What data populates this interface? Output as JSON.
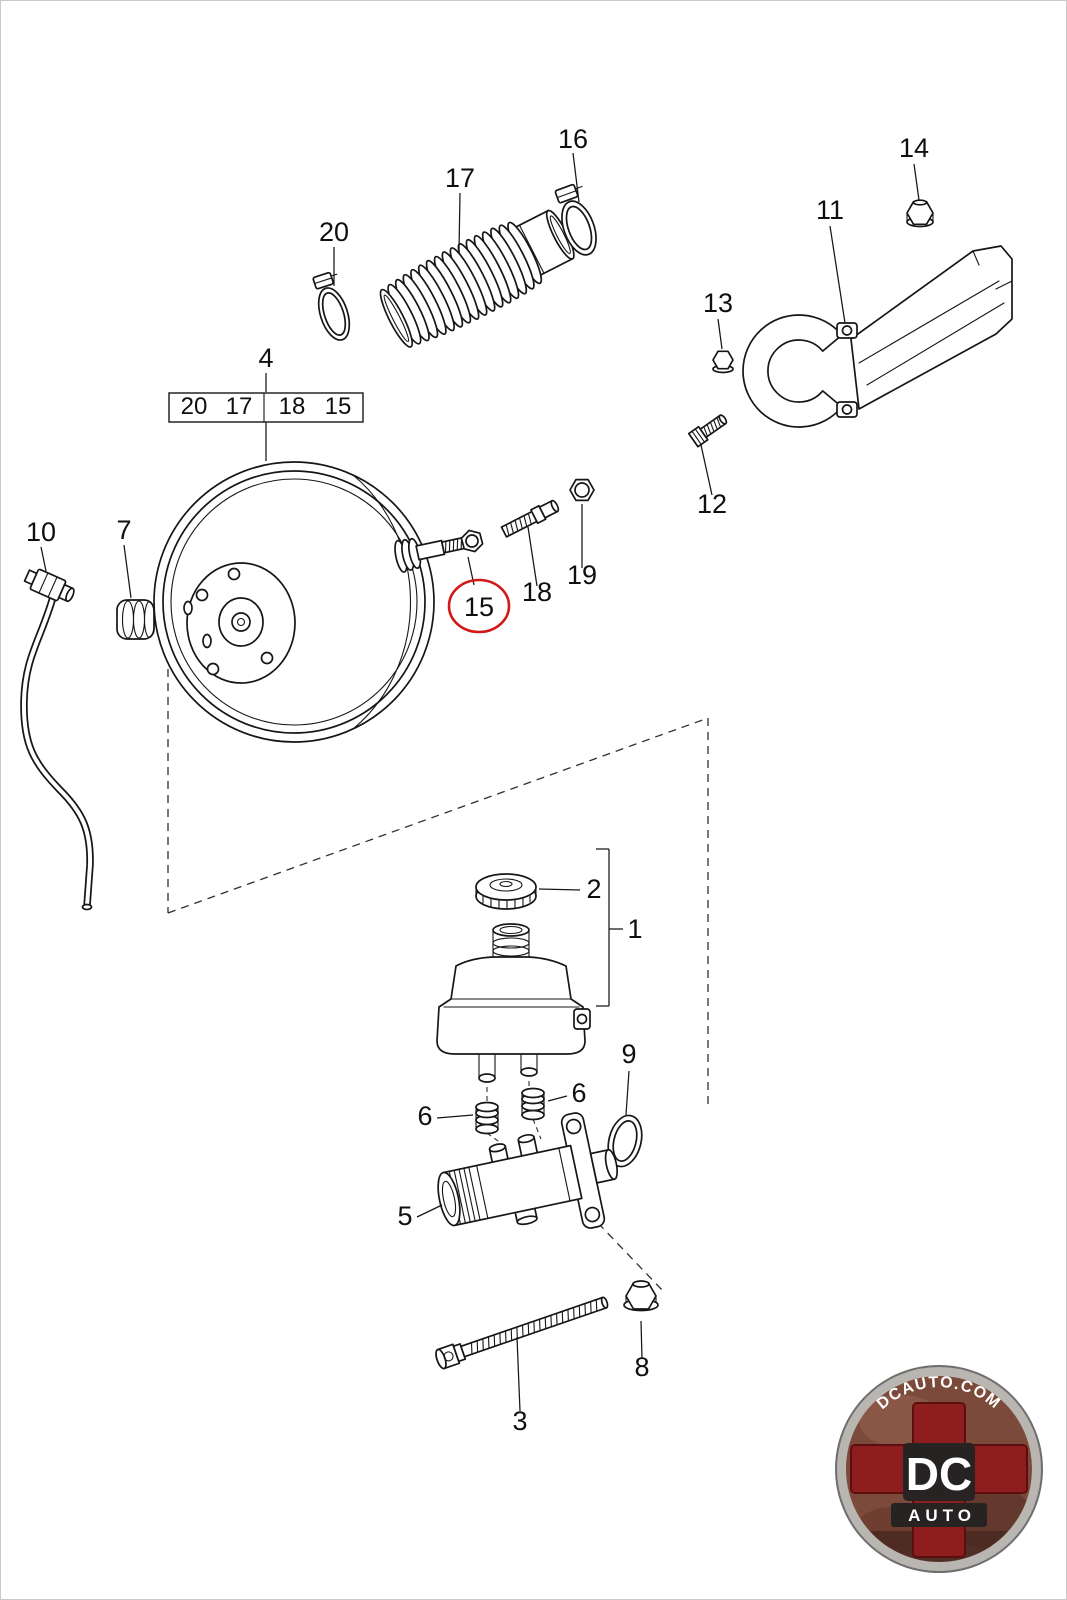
{
  "diagram": {
    "callouts": {
      "n1": "1",
      "n2": "2",
      "n3": "3",
      "n4": "4",
      "n5": "5",
      "n6": "6",
      "n7": "7",
      "n8": "8",
      "n9": "9",
      "n10": "10",
      "n11": "11",
      "n12": "12",
      "n13": "13",
      "n14": "14",
      "n15": "15",
      "n16": "16",
      "n17": "17",
      "n18": "18",
      "n19": "19",
      "n20": "20"
    },
    "ref_box": {
      "cells": [
        "20",
        "17",
        "18",
        "15"
      ]
    },
    "highlight": {
      "part": "15",
      "color": "#d21919"
    }
  },
  "logo": {
    "domain": "DCAUTO.COM",
    "initials": "DC",
    "word": "AUTO"
  }
}
